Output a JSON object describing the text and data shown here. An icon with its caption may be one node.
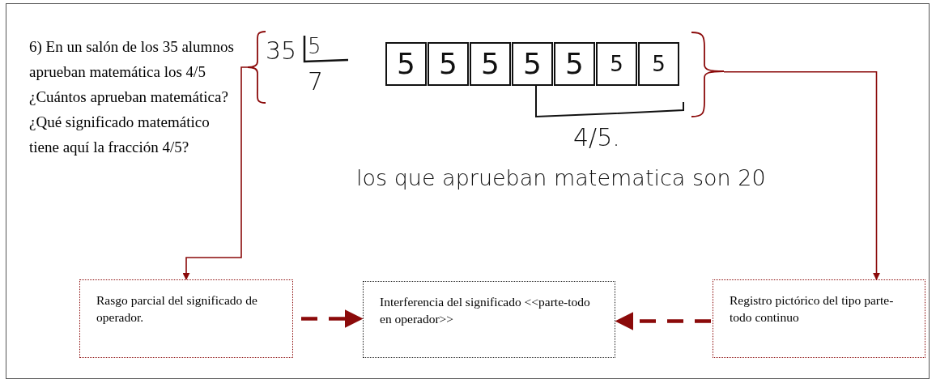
{
  "diagram": {
    "nodes": [
      {
        "text": [
          "35",
          "5",
          "7"
        ]
      },
      {
        "text": [
          "5",
          "5",
          "5",
          "5",
          "5",
          "5",
          "5"
        ]
      },
      {
        "text": [
          "Rasgo parcial del significado de operador."
        ]
      },
      {
        "text": [
          "Interferencia del significado <<parte-todo en operador>>"
        ]
      },
      {
        "text": [
          "Registro pictórico del tipo parte-todo continuo"
        ]
      }
    ],
    "edges": [
      {
        "from": 0,
        "to": 2,
        "arrow": "to"
      },
      {
        "from": 1,
        "to": 4,
        "arrow": "to"
      },
      {
        "from": 2,
        "to": 3,
        "arrow": "to",
        "style": "dashed"
      },
      {
        "from": 4,
        "to": 3,
        "arrow": "to",
        "style": "dashed"
      }
    ],
    "labels": [
      "6) En un salón de los 35 alumnos aprueban matemática los 4/5 ¿Cuántos aprueban matemática? ¿Qué significado matemático tiene aquí la fracción 4/5?",
      "4/5.",
      "los que aprueban matematica son 20"
    ]
  }
}
